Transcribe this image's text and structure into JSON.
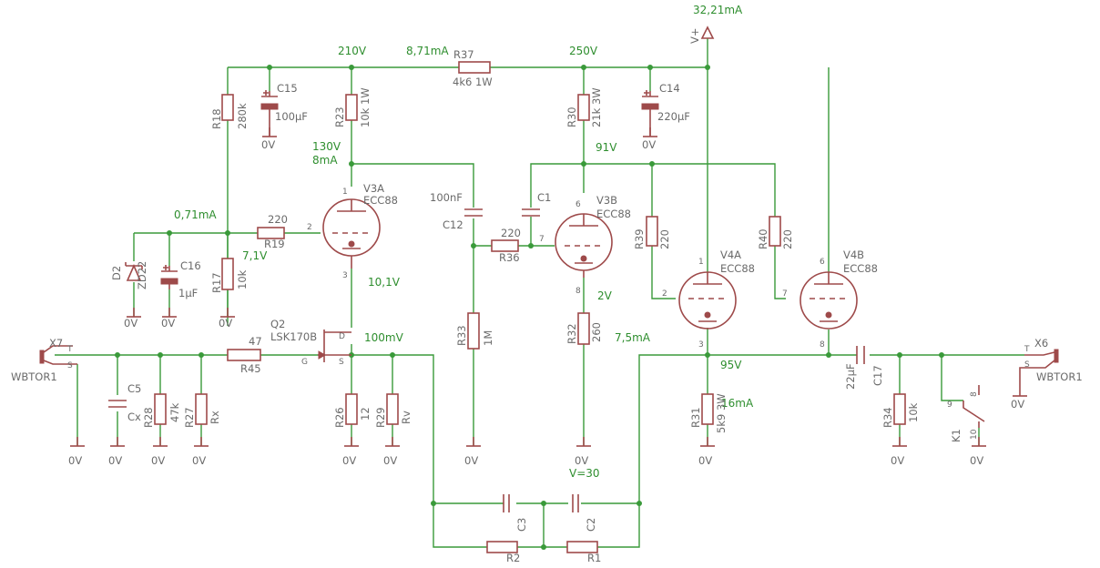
{
  "nets": {
    "v_top": "32,21mA",
    "v210": "210V",
    "i871": "8,71mA",
    "v250": "250V",
    "v130": "130V",
    "i8": "8mA",
    "v91": "91V",
    "i071": "0,71mA",
    "v71": "7,1V",
    "v101": "10,1V",
    "mv100": "100mV",
    "v2": "2V",
    "i75": "7,5mA",
    "v95": "95V",
    "i16": "16mA",
    "v30": "V=30"
  },
  "parts": {
    "R18": "R18",
    "R18v": "280k",
    "C15": "C15",
    "C15v": "100µF",
    "R23": "R23",
    "R23v": "10k 1W",
    "R37": "R37",
    "R37v": "4k6 1W",
    "R30": "R30",
    "R30v": "21k 3W",
    "C14": "C14",
    "C14v": "220µF",
    "V3A": "V3A",
    "V3Av": "ECC88",
    "V3B": "V3B",
    "V3Bv": "ECC88",
    "V4A": "V4A",
    "V4Av": "ECC88",
    "V4B": "V4B",
    "V4Bv": "ECC88",
    "R19": "R19",
    "R19v": "220",
    "C12": "C12",
    "C12v": "100nF",
    "C1": "C1",
    "R36": "R36",
    "R36v": "220",
    "R39": "R39",
    "R39v": "220",
    "R40": "R40",
    "R40v": "220",
    "D2": "D2",
    "D2v": "ZD22",
    "C16": "C16",
    "C16v": "1µF",
    "R17": "R17",
    "R17v": "10k",
    "Q2": "Q2",
    "Q2v": "LSK170B",
    "R33": "R33",
    "R33v": "1M",
    "R32": "R32",
    "R32v": "260",
    "X7": "X7",
    "X6": "X6",
    "WB1": "WBTOR1",
    "WB2": "WBTOR1",
    "R45": "R45",
    "R45v": "47",
    "C5": "C5",
    "C5v": "Cx",
    "R28": "R28",
    "R28v": "47k",
    "R27": "R27",
    "R27v": "Rx",
    "R26": "R26",
    "R26v": "12",
    "R29": "R29",
    "R29v": "Rv",
    "R31": "R31",
    "R31v": "5k9 3W",
    "C17": "C17",
    "C17v": "22µF",
    "R34": "R34",
    "R34v": "10k",
    "K1": "K1",
    "C3": "C3",
    "C2": "C2",
    "R2": "R2",
    "R1": "R1",
    "vplus": "V+"
  },
  "pins": {
    "one": "1",
    "two": "2",
    "three": "3",
    "six": "6",
    "seven": "7",
    "eight": "8",
    "nine": "9",
    "ten": "10",
    "D": "D",
    "G": "G",
    "S": "S",
    "T": "T"
  },
  "gnd": "0V"
}
